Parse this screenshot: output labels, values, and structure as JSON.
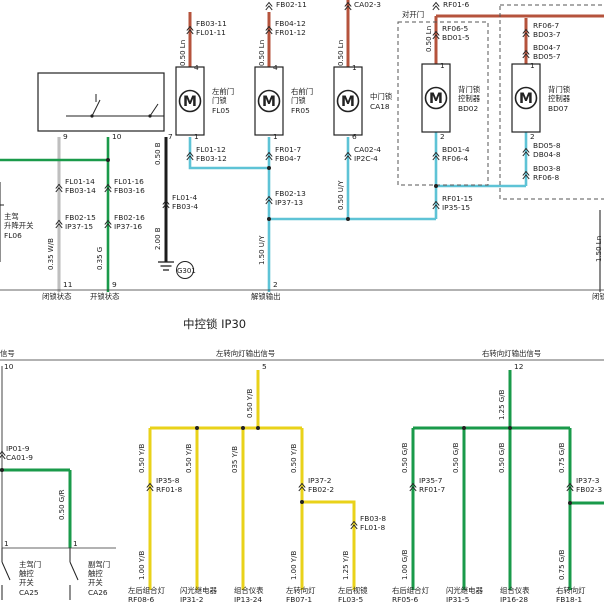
{
  "colors": {
    "brown": "#b5533c",
    "cyan": "#5ec3d6",
    "green": "#1a9a4a",
    "yellow": "#e9d21a",
    "black": "#1c1c1c",
    "grey": "#8a8a8a"
  },
  "top": {
    "conn_fb02_11": "FB02-11",
    "conn_ca02_3": "CA02-3",
    "conn_rf01_6": "RF01-6",
    "fl05_upper_a": "FB03-11",
    "fl05_upper_b": "FL01-11",
    "fr05_upper_a": "FB04-12",
    "fr05_upper_b": "FR01-12",
    "wire_05ln_1": "0.50  Ln",
    "wire_05ln_2": "0.50  Ln",
    "wire_05ln_3": "0.50  Ln",
    "wire_05ln_4": "0.50  Ln",
    "wire_05ln_5": "0.50  Ln",
    "open_door_label": "对开门",
    "bd02_upper_a": "RF06-5",
    "bd02_upper_b": "BD01-5",
    "bd07_upper_a": "RF06-7",
    "bd07_upper_b": "BD03-7",
    "bd07_upper_c": "BD04-7",
    "bd07_upper_d": "BD05-7",
    "pin4_a": "4",
    "pin4_b": "4",
    "pin1_a": "1",
    "pin1_b": "1",
    "pin1_c": "1",
    "pin9": "9",
    "pin10": "10",
    "pin7": "7",
    "pin1_d": "1",
    "pin1_e": "1",
    "pin6": "6",
    "pin2_a": "2",
    "pin2_b": "2",
    "pin11": "11",
    "pin9b": "9",
    "pin2_c": "2",
    "motor_m": "M",
    "fl05_name_1": "左前门",
    "fl05_name_2": "门锁",
    "fl05_code": "FL05",
    "fr05_name_1": "右前门",
    "fr05_name_2": "门锁",
    "fr05_code": "FR05",
    "ca18_name": "中门锁",
    "ca18_code": "CA18",
    "bd02_name_1": "背门锁",
    "bd02_name_2": "控制器",
    "bd02_code": "BD02",
    "bd07_name_1": "背门锁",
    "bd07_name_2": "控制器",
    "bd07_code": "BD07",
    "fl05_lower_a": "FL01-12",
    "fl05_lower_b": "FB03-12",
    "fr05_lower_a": "FR01-7",
    "fr05_lower_b": "FB04-7",
    "ca18_lower_a": "CA02-4",
    "ca18_lower_b": "IP2C-4",
    "bd02_lower_a": "BD01-4",
    "bd02_lower_b": "RF06-4",
    "bd07_lower_a": "BD05-8",
    "bd07_lower_b": "DB04-8",
    "bd07_lower_c": "BD03-8",
    "bd07_lower_d": "RF06-8",
    "wire_05b": "0.50  B",
    "wire_200b": "2.00  B",
    "ground_code": "G301",
    "blk_a": "FL01-4",
    "blk_b": "FB03-4",
    "mid_a": "FB02-13",
    "mid_b": "IP37-13",
    "wire_05uy": "0.50  U/Y",
    "right_a": "RF01-15",
    "right_b": "IP35-15",
    "wire_150uy": "1.50  U/Y",
    "sw_a1": "FL01-14",
    "sw_a2": "FB03-14",
    "sw_b1": "FL01-16",
    "sw_b2": "FB03-16",
    "sw_c1": "FB02-15",
    "sw_c2": "IP37-15",
    "sw_d1": "FB02-16",
    "sw_d2": "IP37-16",
    "wire_035wb": "0.35  W/B",
    "wire_035g": "0.35  G",
    "switch_name_1": "主驾",
    "switch_name_2": "升降开关",
    "switch_code": "FL06",
    "sig_lock": "闭锁状态",
    "sig_open": "开锁状态",
    "sig_unlock_out": "解锁输出",
    "sig_right_cut": "闭锁",
    "wire_150ln_cut": "1.50  Ln"
  },
  "title_prefix": "中控锁 ",
  "title_code": "IP30",
  "bottom": {
    "sig_left_cut": "信号",
    "sig_left_turn": "左转向灯输出信号",
    "sig_right_turn": "右转向灯输出信号",
    "pin10": "10",
    "pin5": "5",
    "pin12": "12",
    "y_050_1": "0.50  Y/B",
    "y_050_2": "0.50  Y/B",
    "y_050_3": "0.50  Y/B",
    "y_035": "035  Y/B",
    "y_050_4": "0.50  Y/B",
    "y_100_1": "1.00  Y/B",
    "y_100_2": "1.00  Y/B",
    "y_125": "1.25  Y/B",
    "g_125": "1.25  G/B",
    "g_050_1": "0.50  G/B",
    "g_050_2": "0.50  G/B",
    "g_050_3": "0.50  G/B",
    "g_075_1": "0.75  G/B",
    "g_075_2": "0.75  G/B",
    "g_100": "1.00  G/B",
    "g_050_gr": "0.50  G/R",
    "ip01_a": "IP01-9",
    "ip01_b": "CA01-9",
    "ip35_8a": "IP35-8",
    "ip35_8b": "RF01-8",
    "ip37_2a": "IP37-2",
    "ip37_2b": "FB02-2",
    "fb03_8a": "FB03-8",
    "fb03_8b": "FL01-8",
    "ip35_7a": "IP35-7",
    "ip35_7b": "RF01-7",
    "ip37_3a": "IP37-3",
    "ip37_3b": "FB02-3",
    "pin1_a": "1",
    "pin1_b": "1",
    "sw1_1": "主驾门",
    "sw1_2": "触控",
    "sw1_3": "开关",
    "sw1_code": "CA25",
    "sw2_1": "副驾门",
    "sw2_2": "触控",
    "sw2_3": "开关",
    "sw2_code": "CA26",
    "lb1_name": "左后组合灯",
    "lb1_code": "RF08-6",
    "lb2_name": "闪光继电器",
    "lb2_code": "IP31-2",
    "lb3_name": "组合仪表",
    "lb3_code": "IP13-24",
    "lb4_name": "左转向灯",
    "lb4_code": "FB07-1",
    "lb5_name": "左后视镜",
    "lb5_code": "FL03-5",
    "lb6_name": "右后组合灯",
    "lb6_code": "RF05-6",
    "lb7_name": "闪光继电器",
    "lb7_code": "IP31-5",
    "lb8_name": "组合仪表",
    "lb8_code": "IP16-28",
    "lb9_name": "右转向灯",
    "lb9_code": "FB18-1"
  }
}
